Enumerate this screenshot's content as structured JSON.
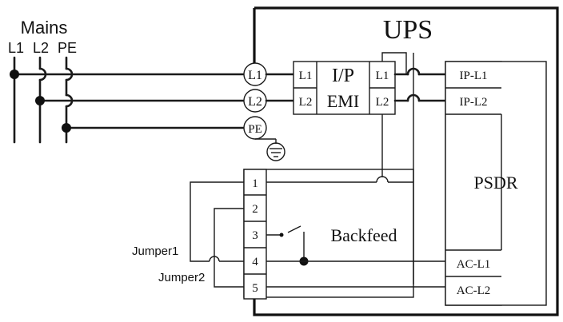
{
  "mains": {
    "title": "Mains",
    "phases": [
      "L1",
      "L2",
      "PE"
    ]
  },
  "ups": {
    "title": "UPS"
  },
  "input_terminals": [
    "L1",
    "L2",
    "PE"
  ],
  "emi": {
    "title_line1": "I/P",
    "title_line2": "EMI",
    "in_labels": [
      "L1",
      "L2"
    ],
    "out_labels": [
      "L1",
      "L2"
    ]
  },
  "psdr": {
    "title": "PSDR",
    "inputs": [
      "IP-L1",
      "IP-L2"
    ],
    "outputs": [
      "AC-L1",
      "AC-L2"
    ]
  },
  "terminal_block": {
    "numbers": [
      "1",
      "2",
      "3",
      "4",
      "5"
    ]
  },
  "backfeed": {
    "label": "Backfeed"
  },
  "jumpers": [
    "Jumper1",
    "Jumper2"
  ]
}
